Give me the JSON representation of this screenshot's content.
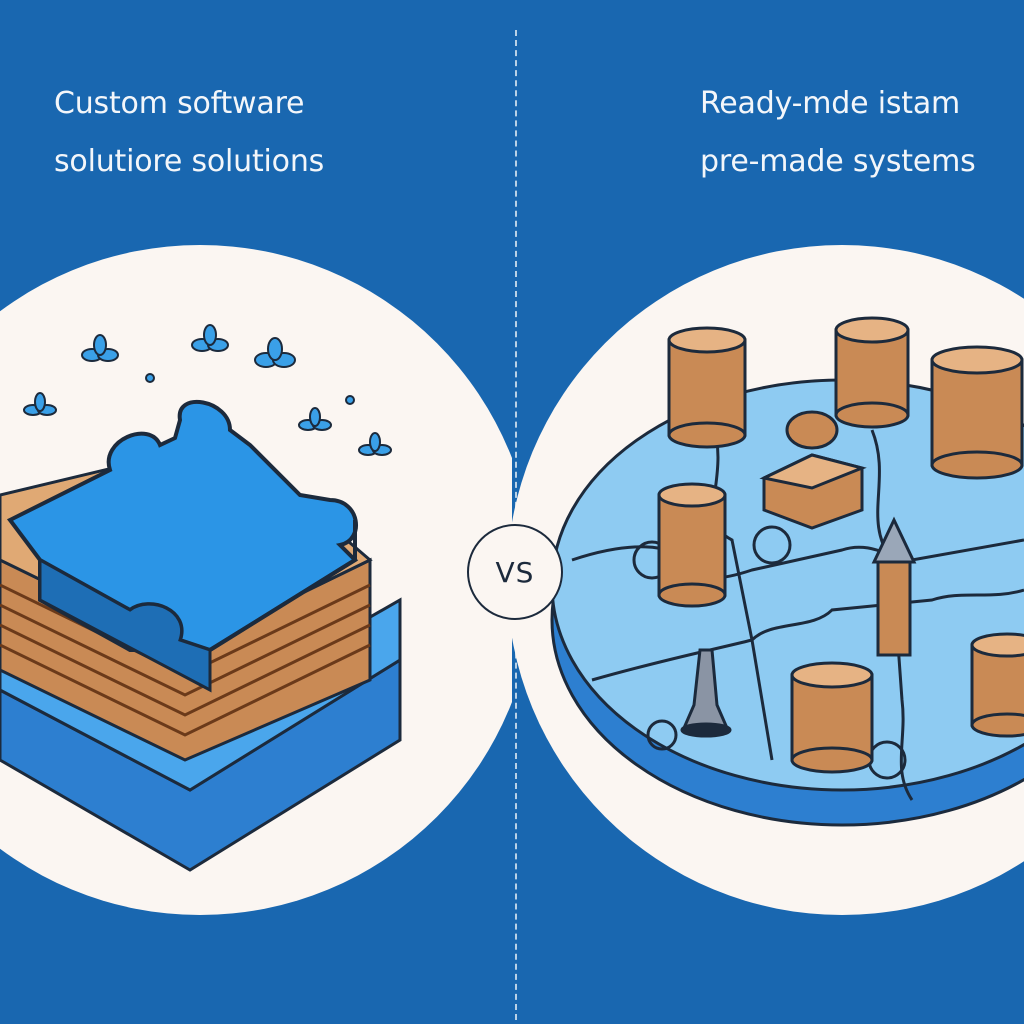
{
  "left": {
    "caption": [
      "Custom software",
      "solutiore solutions"
    ],
    "illustration": "puzzle-piece-on-stack-icon"
  },
  "right": {
    "caption": [
      "Ready-mde istam",
      "pre-made systems"
    ],
    "illustration": "pegs-on-puzzle-board-icon"
  },
  "vs_label": "VS",
  "colors": {
    "background": "#1967b0",
    "circle": "#fbf6f2",
    "puzzle_blue": "#3aa0e8",
    "puzzle_light": "#8ecbf2",
    "wood": "#c98a55",
    "outline": "#1c2a3c"
  }
}
